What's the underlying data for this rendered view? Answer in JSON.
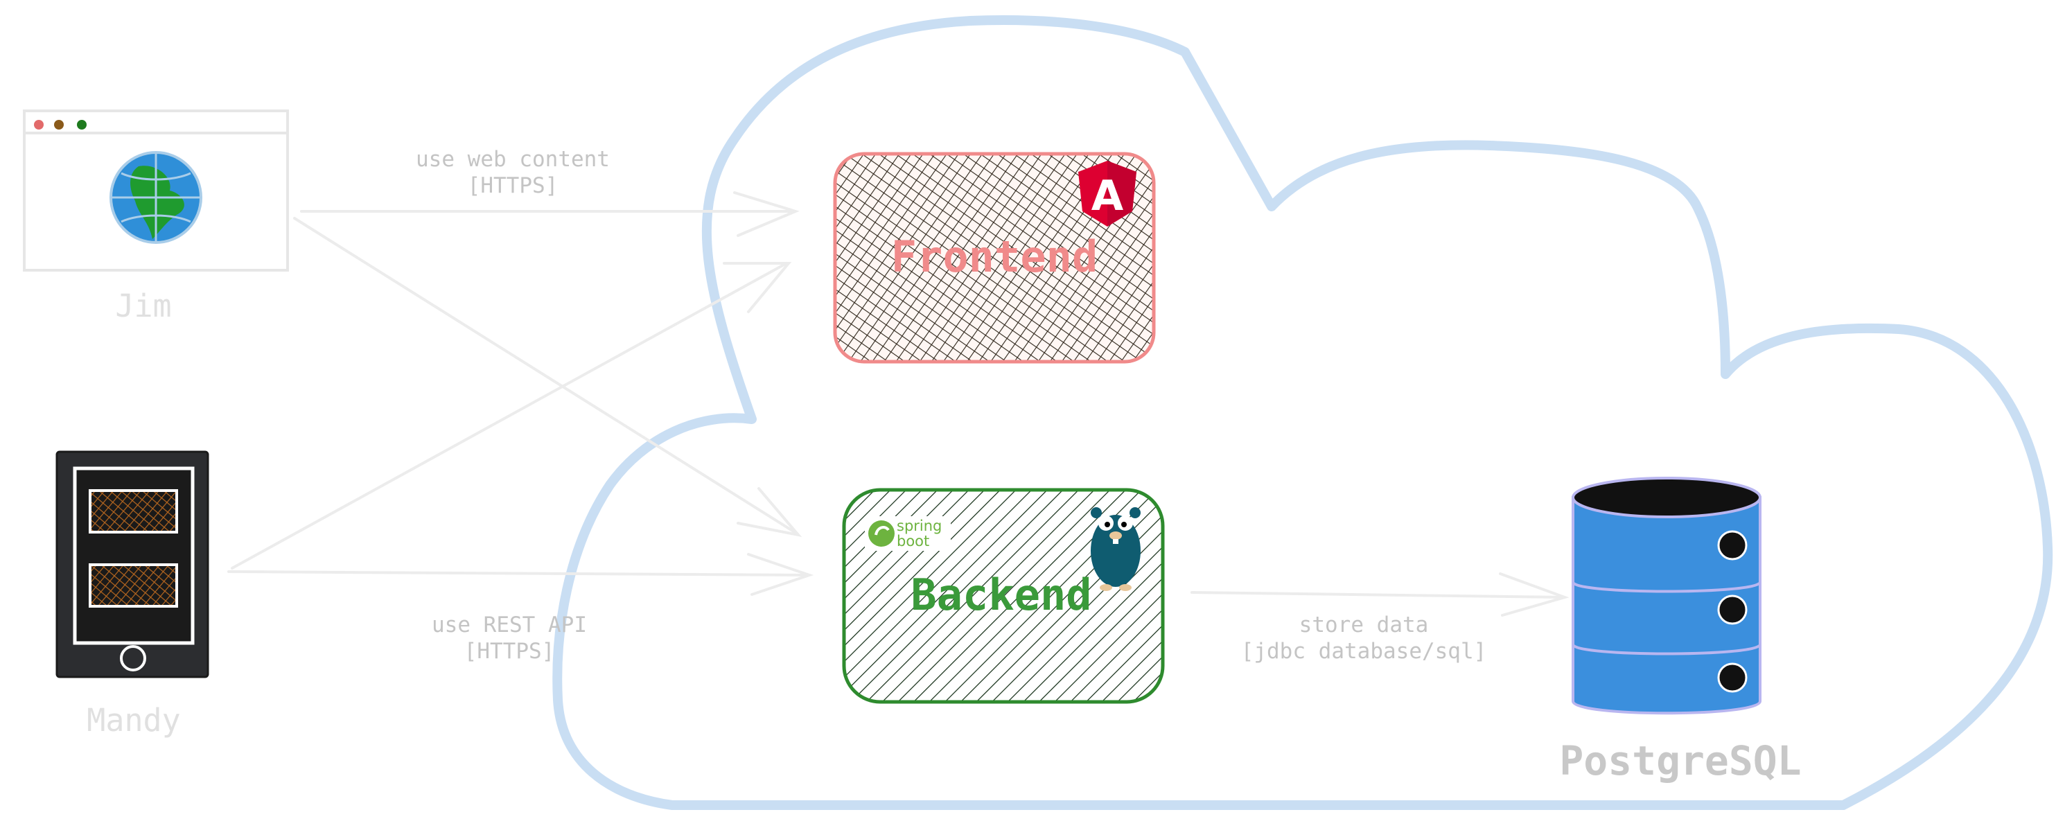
{
  "actors": {
    "web_user": {
      "name": "Jim",
      "icon": "browser-globe-icon"
    },
    "mobile_user": {
      "name": "Mandy",
      "icon": "mobile-phone-icon"
    }
  },
  "containers": {
    "frontend": {
      "name": "Frontend",
      "icon": "angular-logo-icon",
      "border_color": "#f08a8a",
      "logo_letter": "A"
    },
    "backend": {
      "name": "Backend",
      "icon": "go-gopher-icon",
      "border_color": "#2e8b2e",
      "spring_line1": "spring",
      "spring_line2": "boot"
    },
    "database": {
      "name": "PostgreSQL",
      "icon": "database-cylinder-icon",
      "fill_color": "#3b8fdd"
    }
  },
  "relations": [
    {
      "from": "Jim",
      "to": "Frontend",
      "line1": "use web content",
      "line2": "[HTTPS]"
    },
    {
      "from": "Mandy",
      "to": "Backend",
      "line1": "use REST API",
      "line2": "[HTTPS]"
    },
    {
      "from": "Backend",
      "to": "PostgreSQL",
      "line1": "store data",
      "line2": "[jdbc database/sql]"
    },
    {
      "from": "Jim",
      "to": "Backend",
      "line1": "",
      "line2": ""
    },
    {
      "from": "Mandy",
      "to": "Frontend",
      "line1": "",
      "line2": ""
    }
  ],
  "colors": {
    "cloud": "#c9def3",
    "arrows": "#ececec",
    "labels": "#c4c4c4"
  }
}
